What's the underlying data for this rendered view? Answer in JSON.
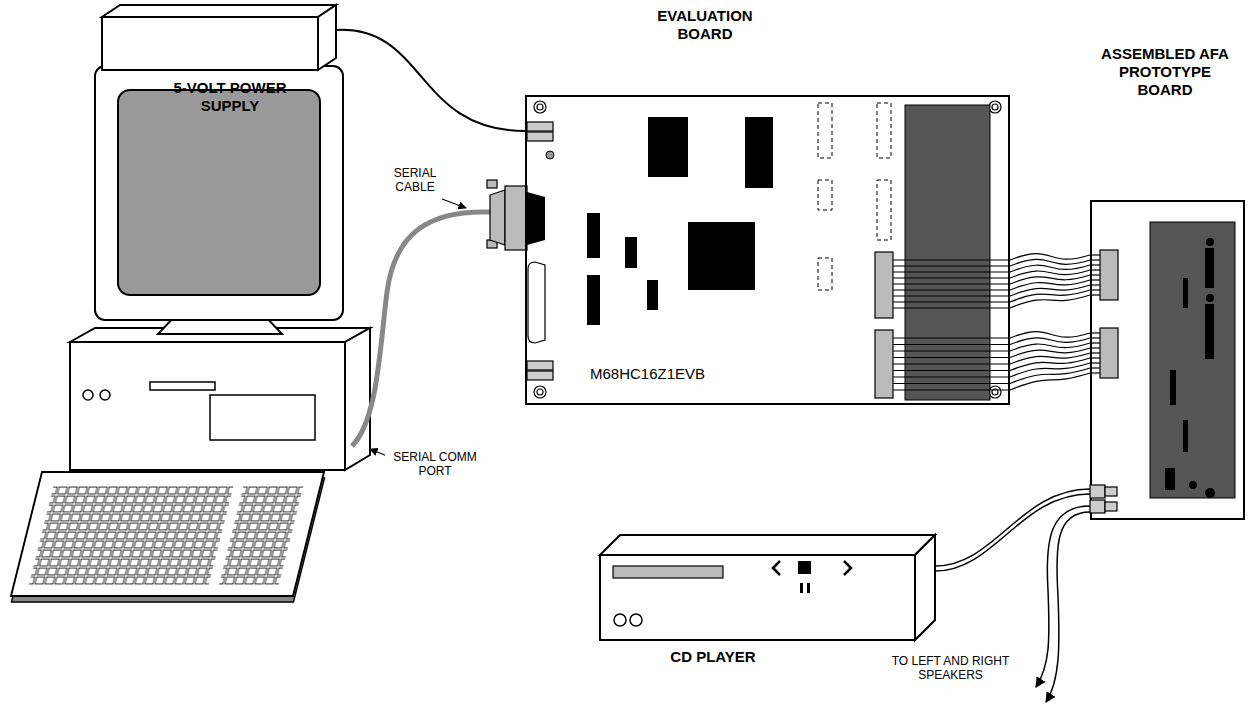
{
  "diagram": {
    "nodes": [
      {
        "text": [
          "5-VOLT POWER SUPPLY"
        ]
      },
      {
        "text": [
          "EVALUATION BOARD",
          "M68HC16Z1EVB"
        ]
      },
      {
        "text": [
          "ASSEMBLED AFA PROTOTYPE BOARD"
        ]
      },
      {
        "text": [
          "CD PLAYER"
        ]
      }
    ],
    "edges": [
      {
        "from": 0,
        "to": 1,
        "arrow": "none"
      },
      {
        "from": 1,
        "to": 2,
        "arrow": "none"
      },
      {
        "from": 1,
        "to": 2,
        "arrow": "none"
      },
      {
        "from": 3,
        "to": 2,
        "arrow": "none"
      }
    ],
    "labels": [
      "SERIAL CABLE",
      "SERIAL COMM PORT",
      "TO LEFT AND RIGHT SPEAKERS"
    ]
  }
}
